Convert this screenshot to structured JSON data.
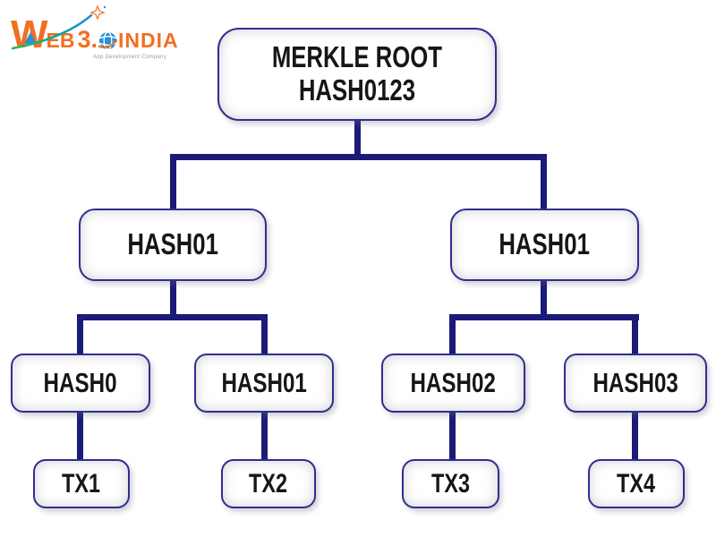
{
  "colors": {
    "connector": "#1a1a78",
    "node-border": "#2e2e91",
    "node-text": "#161616",
    "logo-orange": "#f26f21",
    "logo-blue": "#2a8fd4",
    "logo-teal": "#00a9a5",
    "tagline-gray": "#9a9a9a",
    "bg": "#ffffff"
  },
  "logo": {
    "word_w": "W",
    "word_eb": "EB",
    "number": "3.",
    "india": "INDIA",
    "tagline": "App Development Company"
  },
  "tree": {
    "root": {
      "line1": "MERKLE ROOT",
      "line2": "HASH0123"
    },
    "level2": [
      {
        "label": "HASH01"
      },
      {
        "label": "HASH01"
      }
    ],
    "level3": [
      {
        "label": "HASH0"
      },
      {
        "label": "HASH01"
      },
      {
        "label": "HASH02"
      },
      {
        "label": "HASH03"
      }
    ],
    "transactions": [
      {
        "label": "TX1"
      },
      {
        "label": "TX2"
      },
      {
        "label": "TX3"
      },
      {
        "label": "TX4"
      }
    ]
  }
}
